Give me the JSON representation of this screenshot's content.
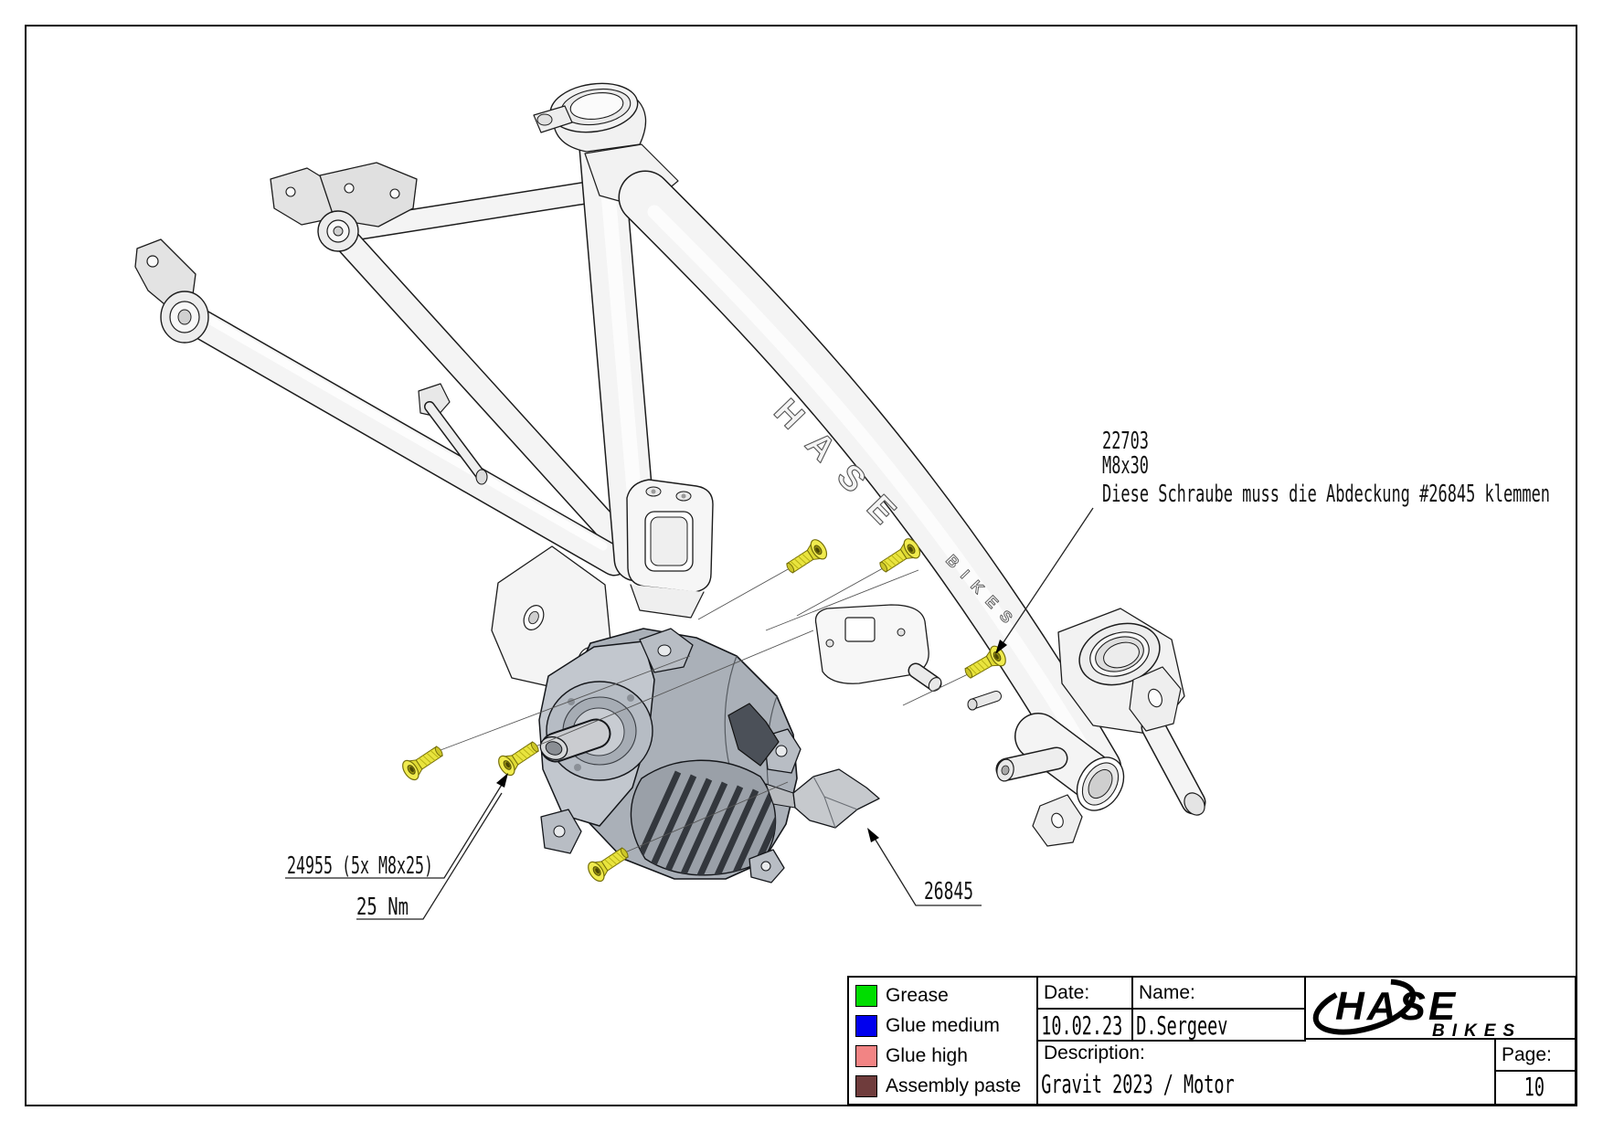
{
  "annotations": {
    "screw_note": {
      "line1": "22703",
      "line2": "M8x30",
      "line3": "Diese Schraube muss die Abdeckung #26845 klemmen"
    },
    "part_note": "24955 (5x M8x25)",
    "torque_note": "25 Nm",
    "cover_note": "26845"
  },
  "frame_lettering": {
    "word1": "HASE",
    "word2": "BIKES"
  },
  "title_block": {
    "legend": [
      {
        "label": "Grease",
        "color": "#00dd00"
      },
      {
        "label": "Glue medium",
        "color": "#0000ee"
      },
      {
        "label": "Glue high",
        "color": "#f28484"
      },
      {
        "label": "Assembly paste",
        "color": "#6f3c3c"
      }
    ],
    "date_label": "Date:",
    "date_value": "10.02.23",
    "name_label": "Name:",
    "name_value": "D.Sergeev",
    "description_label": "Description:",
    "description_value": "Gravit 2023 / Motor",
    "page_label": "Page:",
    "page_value": "10",
    "logo": {
      "word1": "HASE",
      "word2": "BIKES"
    }
  }
}
